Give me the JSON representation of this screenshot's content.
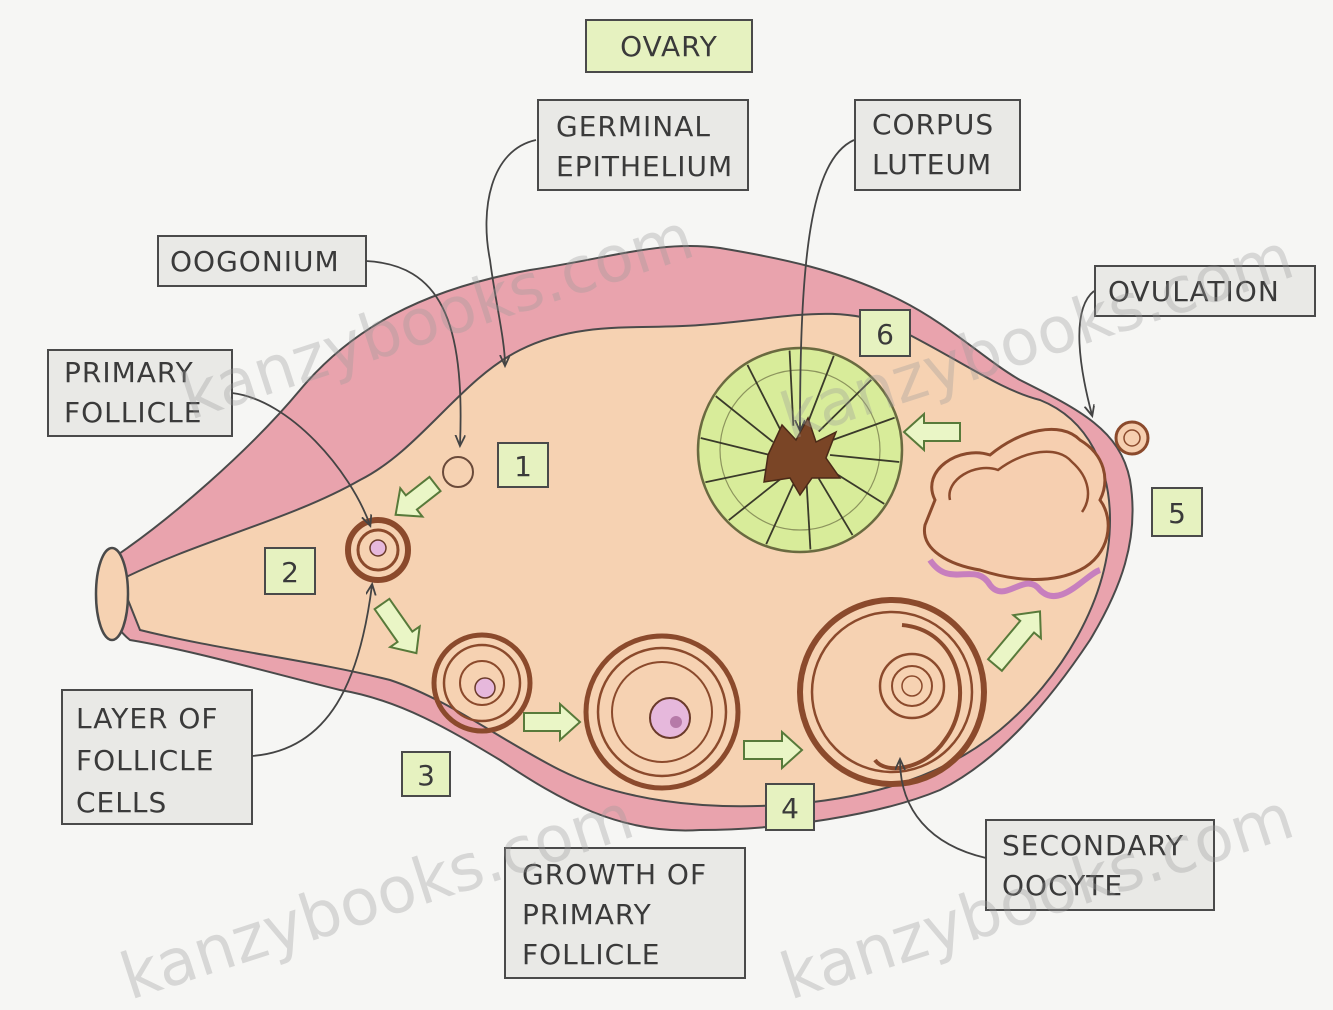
{
  "title": "OVARY",
  "labels": {
    "germinal": [
      "GERMINAL",
      "EPITHELIUM"
    ],
    "corpus": [
      "CORPUS",
      "LUTEUM"
    ],
    "oogonium": [
      "OOGONIUM"
    ],
    "ovulation": [
      "OVULATION"
    ],
    "primary": [
      "PRIMARY",
      "FOLLICLE"
    ],
    "layer": [
      "LAYER OF",
      "FOLLICLE",
      "CELLS"
    ],
    "growth": [
      "GROWTH OF",
      "PRIMARY",
      "FOLLICLE"
    ],
    "secondary": [
      "SECONDARY",
      "OOCYTE"
    ]
  },
  "steps": [
    "1",
    "2",
    "3",
    "4",
    "5",
    "6"
  ],
  "watermark": "kanzybooks.com",
  "colors": {
    "ovary_fill": "#f6d2b2",
    "ovary_edge": "#e9a3ad",
    "label_box": "#e9e9e6",
    "title_box": "#e6f2c0",
    "step_box": "#e6f2c0",
    "follicle": "#8b4a2c",
    "corpus": "#d8ec9a",
    "core": "#7a4526",
    "nucleus": "#e6b8dc",
    "arrow_fill": "#eaf6c6",
    "arrow_edge": "#587a3a"
  }
}
